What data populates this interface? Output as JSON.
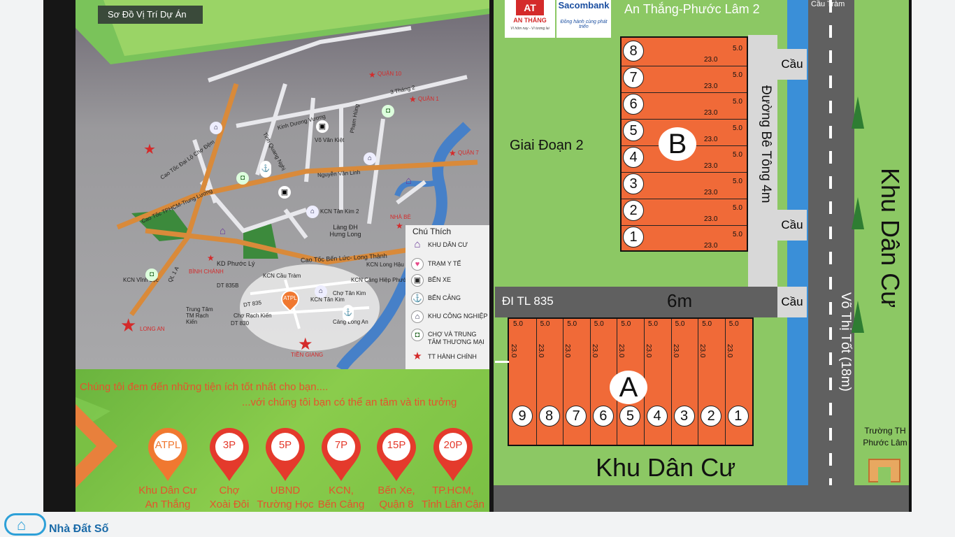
{
  "location_map": {
    "title": "Sơ Đồ Vị Trí Dự Án",
    "labels": {
      "quan10": "QUẬN 10",
      "quan1": "QUẬN 1",
      "quan7": "QUẬN 7",
      "nhabe": "NHÀ BÈ",
      "binhchanh": "BÌNH CHÁNH",
      "longan": "LONG AN",
      "tiengiang": "TIỀN GIANG",
      "ba_thang_hai": "3 Tháng 2",
      "kinh_duong_vuong": "Kinh Dương Vương",
      "vo_van_kiet": "Võ Văn Kiệt",
      "pham_hung": "Phạm Hùng",
      "tinh_quang_nghi": "Tỉnh Quang Nghị",
      "cao_toc_dai_lo": "Cao Tốc Đại Lộ Chợ Đệm",
      "nguyen_van_linh": "Nguyễn Văn Linh",
      "cao_toc_tphcm": "Cao Tốc TPHCM-Trung Lương",
      "kcn_tan_kim_2": "KCN Tân Kim 2",
      "lang_dh": "Làng ĐH Hưng Long",
      "cao_toc_ben_luc": "Cao Tốc Bến Lức- Long Thành",
      "kd_phuoc_ly": "KD Phước Lý",
      "ql1a": "QL 1 A",
      "kcn_vinh_loc": "KCN Vĩnh Lộc",
      "kcn_cau_tram": "KCN Cầu Tràm",
      "kcn_tan_kim": "KCN Tân Kim",
      "kcn_long_hau": "KCN Long Hậu",
      "kcn_cang_hiep_phuoc": "KCN Cảng Hiệp Phước",
      "cho_tan_kim": "Chợ Tân Kim",
      "cang_long_an": "Cảng Long An",
      "trung_tam_tm": "Trung Tâm TM Rạch Kiến",
      "cho_rach_kien": "Chợ Rạch Kiến",
      "dt835b": "DT 835B",
      "dt835": "DT 835",
      "dt830": "DT 830",
      "atpl_pin": "ATPL"
    }
  },
  "legend": {
    "title": "Chú Thích",
    "items": [
      {
        "label": "KHU DÂN CƯ",
        "icon": "house-icon"
      },
      {
        "label": "TRẠM Y TẾ",
        "icon": "heart-icon"
      },
      {
        "label": "BẾN XE",
        "icon": "bus-icon"
      },
      {
        "label": "BẾN CẢNG",
        "icon": "port-icon"
      },
      {
        "label": "KHU CÔNG NGHIỆP",
        "icon": "factory-icon"
      },
      {
        "label": "CHỢ VÀ TRUNG TÂM THƯƠNG MẠI",
        "icon": "market-icon"
      },
      {
        "label": "TT HÀNH CHÍNH",
        "icon": "star-icon"
      }
    ]
  },
  "promo": {
    "line1": "Chúng tôi đem đến những tiện ích tốt nhất cho bạn....",
    "line2": "...với chúng tôi bạn có thể an tâm và tin tưởng",
    "pins": [
      {
        "badge": "ATPL",
        "line1": "Khu Dân Cư",
        "line2": "An Thắng"
      },
      {
        "badge": "3P",
        "line1": "Chợ",
        "line2": "Xoài Đôi"
      },
      {
        "badge": "5P",
        "line1": "UBND",
        "line2": "Trường Học"
      },
      {
        "badge": "7P",
        "line1": "KCN,",
        "line2": "Bến Cảng"
      },
      {
        "badge": "15P",
        "line1": "Bến Xe,",
        "line2": "Quận 8"
      },
      {
        "badge": "20P",
        "line1": "TP.HCM,",
        "line2": "Tỉnh Lân Cận"
      }
    ]
  },
  "site_plan": {
    "logo_at_top": "AT",
    "logo_at_name": "AN THẮNG",
    "logo_at_slogan": "Vì hôm nay - Vì tương lai",
    "logo_sacombank": "Sacombank",
    "logo_sacom_slogan": "Đồng hành cùng phát triển",
    "top_road": "An Thắng-Phước Lâm 2",
    "cau_tram": "Cầu Tràm",
    "phase2": "Giai Đoạn 2",
    "block_b": "B",
    "block_a": "A",
    "concrete_road": "Đường Bê Tông 4m",
    "bridge": "Cầu",
    "road_tl835": "ĐI TL 835",
    "road_6m": "6m",
    "residential_right": "Khu Dân Cư",
    "residential_bottom": "Khu Dân Cư",
    "vo_thi_tot": "Võ Thị Tốt (18m)",
    "school": "Trường TH Phước Lâm",
    "lot_width": "5.0",
    "lot_depth": "23.0",
    "block_b_lots": [
      "8",
      "7",
      "6",
      "5",
      "4",
      "3",
      "2",
      "1"
    ],
    "block_a_lots": [
      "9",
      "8",
      "7",
      "6",
      "5",
      "4",
      "3",
      "2",
      "1"
    ]
  },
  "watermark": "Nhà Đất Số",
  "colors": {
    "lot": "#f06a38",
    "grass": "#8cc864",
    "road": "#606060",
    "river": "#3a8fd8",
    "accent_red": "#e43a2c"
  }
}
